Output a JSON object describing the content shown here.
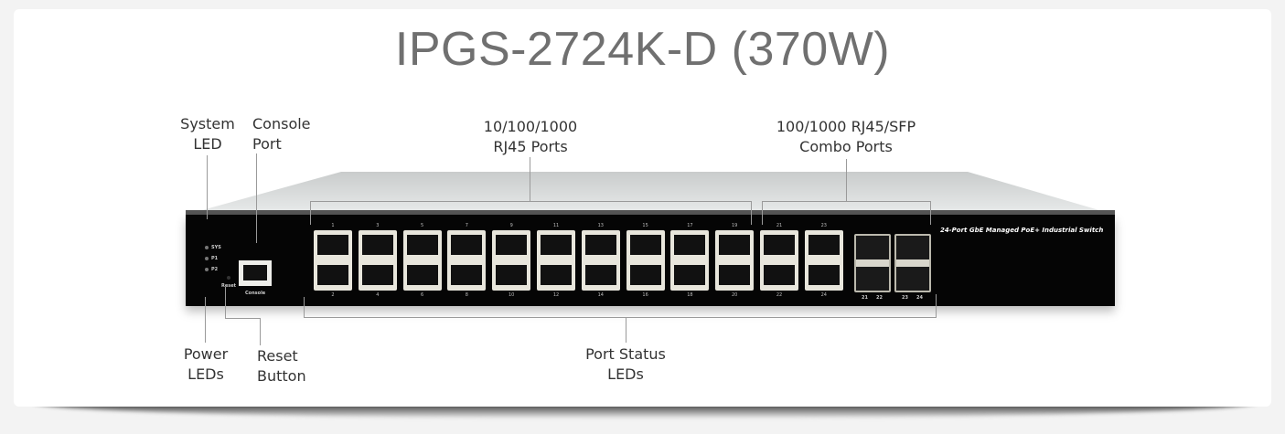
{
  "title": "IPGS-2724K-D (370W)",
  "labels": {
    "system_led": [
      "System",
      "LED"
    ],
    "console_port": [
      "Console",
      "Port"
    ],
    "rj45_ports": [
      "10/100/1000",
      "RJ45 Ports"
    ],
    "combo_ports": [
      "100/1000 RJ45/SFP",
      "Combo Ports"
    ],
    "power_leds": [
      "Power",
      "LEDs"
    ],
    "reset_button": [
      "Reset",
      "Button"
    ],
    "port_status_leds": [
      "Port Status",
      "LEDs"
    ]
  },
  "device": {
    "brand_text": "24-Port GbE Managed PoE+ Industrial Switch",
    "leds": [
      "SYS",
      "P1",
      "P2"
    ],
    "reset_label": "Reset",
    "console_label": "Console",
    "port_top": [
      "1",
      "3",
      "5",
      "7",
      "9",
      "11",
      "13",
      "15",
      "17",
      "19",
      "21",
      "23"
    ],
    "port_bottom": [
      "2",
      "4",
      "6",
      "8",
      "10",
      "12",
      "14",
      "16",
      "18",
      "20",
      "22",
      "24"
    ],
    "sfp_labels": [
      "21",
      "22",
      "23",
      "24"
    ]
  },
  "colors": {
    "title": "#707070",
    "panel": "#050505",
    "leader_line": "#9a9a9a"
  }
}
